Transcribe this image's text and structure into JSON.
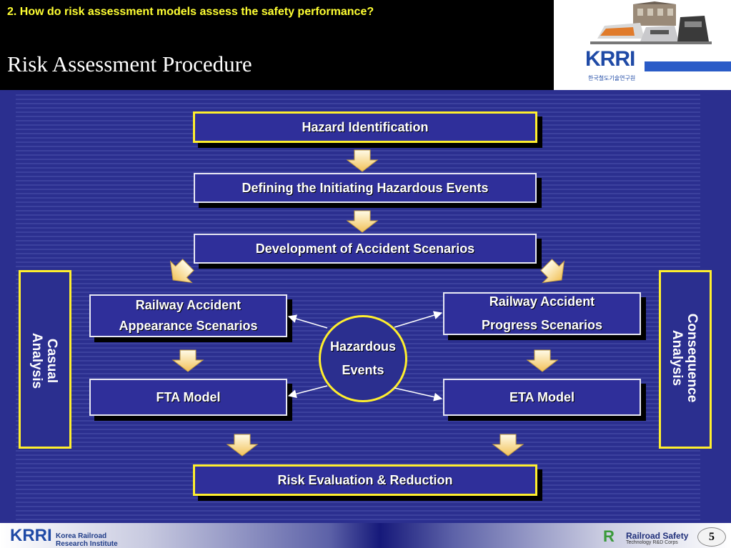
{
  "header": {
    "subtitle": "2. How do risk assessment models assess the safety performance?",
    "title": "Risk Assessment Procedure"
  },
  "logo": {
    "krri_text": "KRRI",
    "korean_name": "한국철도기술연구원"
  },
  "diagram": {
    "hazard_identification": "Hazard Identification",
    "initiating_events": "Defining the Initiating Hazardous Events",
    "accident_scenarios": "Development of Accident Scenarios",
    "appearance_line1": "Railway Accident",
    "appearance_line2": "Appearance Scenarios",
    "progress_line1": "Railway Accident",
    "progress_line2": "Progress Scenarios",
    "hazardous_line1": "Hazardous",
    "hazardous_line2": "Events",
    "fta_model": "FTA Model",
    "eta_model": "ETA Model",
    "risk_evaluation": "Risk Evaluation & Reduction",
    "casual_line1": "Casual",
    "casual_line2": "Analysis",
    "consequence_line1": "Consequence",
    "consequence_line2": "Analysis"
  },
  "footer": {
    "org_line1": "Korea Railroad",
    "org_line2": "Research Institute",
    "right_logo": "Railroad  Safety",
    "right_logo_sub": "Technology R&D Corps",
    "page_number": "5"
  },
  "colors": {
    "background": "#2b2f8f",
    "box_fill": "#2f2f9a",
    "yellow_border": "#ffef2e",
    "header_black": "#000000",
    "subtitle_yellow": "#ffff33",
    "brand_blue": "#2a5bc7"
  }
}
